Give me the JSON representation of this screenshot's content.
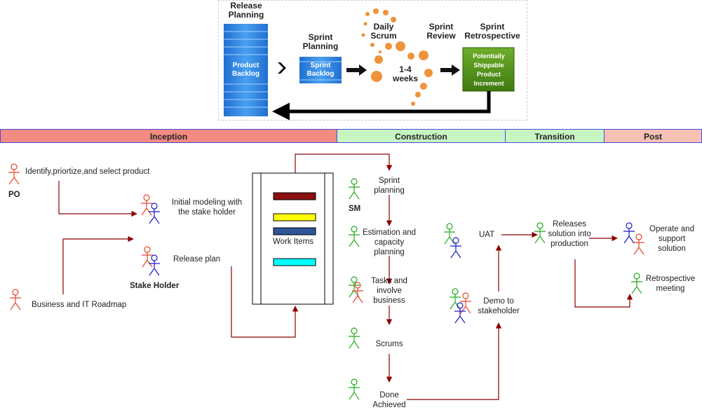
{
  "process_image": {
    "release_planning": "Release Planning",
    "product_backlog": "Product Backlog",
    "sprint_planning": "Sprint Planning",
    "sprint_backlog": "Sprint Backlog",
    "daily_scrum": "Daily Scrum",
    "duration": "1-4 weeks",
    "sprint_review": "Sprint Review",
    "sprint_retrospective": "Sprint Retrospective",
    "increment": "Potentially Shippable Product Increment"
  },
  "phases": {
    "inception": "Inception",
    "construction": "Construction",
    "transition": "Transition",
    "post": "Post"
  },
  "colors": {
    "inception": "#f28b82",
    "construction": "#c6f5c1",
    "transition": "#c6f5c1",
    "post": "#f6c1b5",
    "arrow": "#8b0000",
    "actor_red": "#e8452c",
    "actor_blue": "#1a1acc",
    "actor_green": "#22aa22"
  },
  "labels": {
    "identify": "Identify,priortize,and select product",
    "po": "PO",
    "initial_modeling": "Initial modeling with the stake holder",
    "release_plan": "Release plan",
    "stake_holder": "Stake Holder",
    "roadmap": "Business and IT Roadmap",
    "work_items": "Work Items",
    "sprint_planning": "Sprint planning",
    "sm": "SM",
    "estimation": "Estimation and capacity planning",
    "tasks": "Tasks and involve business",
    "scrums": "Scrums",
    "done": "Done Achieved",
    "uat": "UAT",
    "demo": "Demo to stakeholder",
    "releases": "Releases solution into production",
    "operate": "Operate and support solution",
    "retrospective": "Retrospective meeting"
  },
  "icons": [
    "stick-figure-actor-icon",
    "right-chevron-icon",
    "right-arrow-icon"
  ]
}
